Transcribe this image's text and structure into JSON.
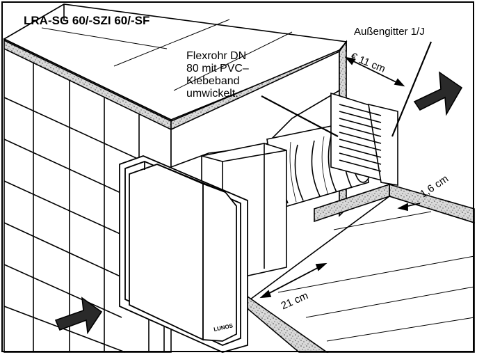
{
  "title": "LRA-SG 60/-SZI 60/-SF",
  "callouts": {
    "flex_pipe": [
      "Flexrohr DN",
      "80 mit PVC–",
      "Klebeband",
      "umwickelt."
    ],
    "outer_grille": "Außengitter 1/J"
  },
  "dimensions": {
    "diameter": "€ 11 cm",
    "gap": "1,6 cm",
    "depth": "21 cm"
  },
  "brand_mark": "LUNOS",
  "colors": {
    "ink": "#000000",
    "paper": "#ffffff",
    "insulation": "#cfcfcf"
  }
}
